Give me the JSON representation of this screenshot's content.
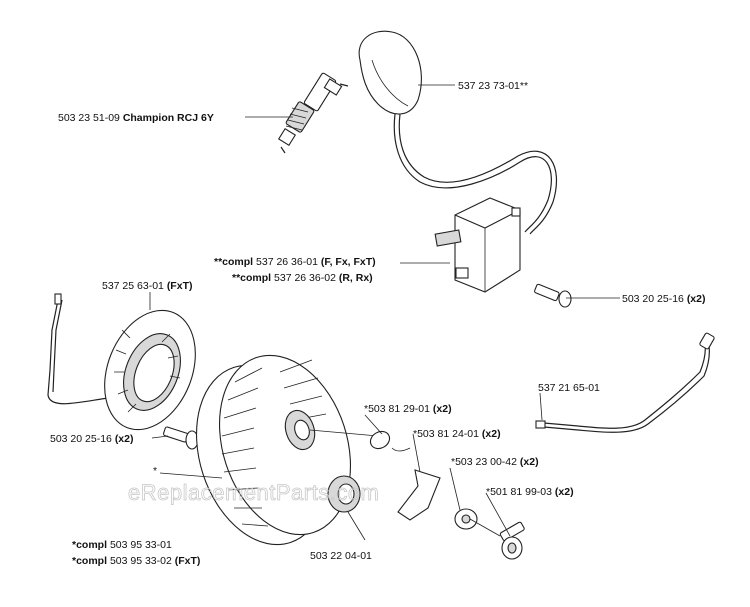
{
  "watermark": "eReplacementParts.com",
  "labels": {
    "spark_plug_num": "503 23 51-09",
    "spark_plug_name": "Champion RCJ 6Y",
    "boot": "537 23 73-01**",
    "module1_pre": "**compl",
    "module1_num": "537 26 36-01",
    "module1_suffix": "(F, Fx, FxT)",
    "module2_pre": "**compl",
    "module2_num": "537 26 36-02",
    "module2_suffix": "(R, Rx)",
    "screw_right_num": "503 20 25-16",
    "screw_right_qty": "(x2)",
    "stator_num": "537 25 63-01",
    "stator_suffix": "(FxT)",
    "screw_left_num": "503 20 25-16",
    "screw_left_qty": "(x2)",
    "wire": "537 21 65-01",
    "key_num": "*503 81 29-01",
    "key_qty": "(x2)",
    "spring_num": "*503 81 24-01",
    "spring_qty": "(x2)",
    "washer_num": "*503 23 00-42",
    "washer_qty": "(x2)",
    "bolt_num": "*501 81 99-03",
    "bolt_qty": "(x2)",
    "flywheel_star": "*",
    "nut": "503 22 04-01",
    "flywheel1_pre": "*compl",
    "flywheel1_num": "503 95 33-01",
    "flywheel2_pre": "*compl",
    "flywheel2_num": "503 95 33-02",
    "flywheel2_suffix": "(FxT)"
  }
}
